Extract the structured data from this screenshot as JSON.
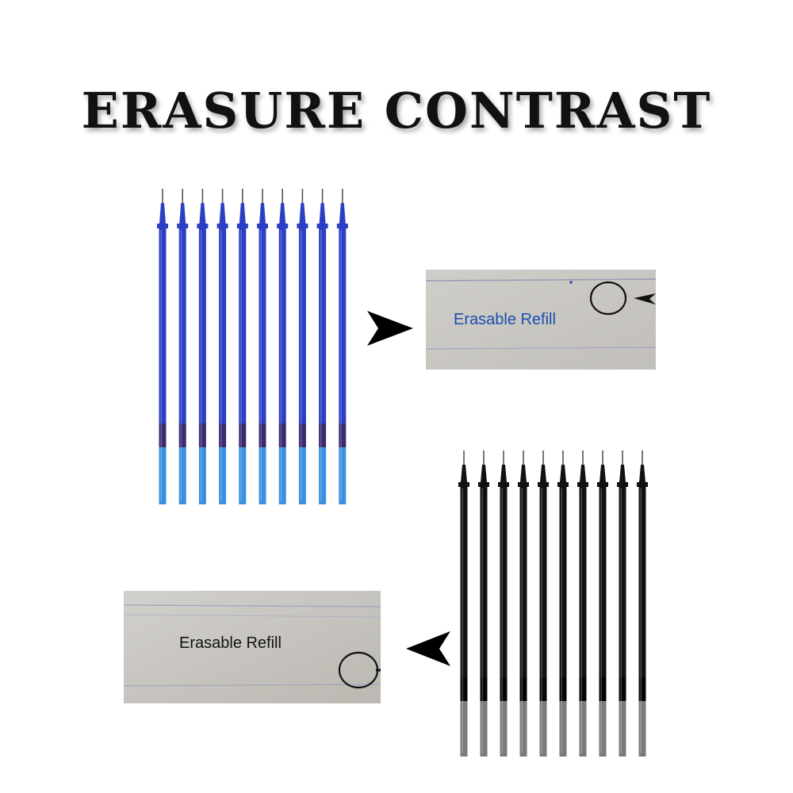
{
  "title": "ERASURE CONTRAST",
  "blue_panel": {
    "label": "Erasable Refill",
    "label_color": "#1a4fb0",
    "refill_count": 10,
    "body_color": "#2b3fc4",
    "band_color": "#3a2a70",
    "tip_color": "#3a8fe0"
  },
  "black_panel": {
    "label": "Erasable Refill",
    "label_color": "#111111",
    "refill_count": 10,
    "body_color": "#111111",
    "band_color": "#050505",
    "tip_color": "#7a7a7a"
  },
  "icons": {
    "arrow_right": "arrow-right-icon",
    "arrow_left": "arrow-left-icon"
  }
}
